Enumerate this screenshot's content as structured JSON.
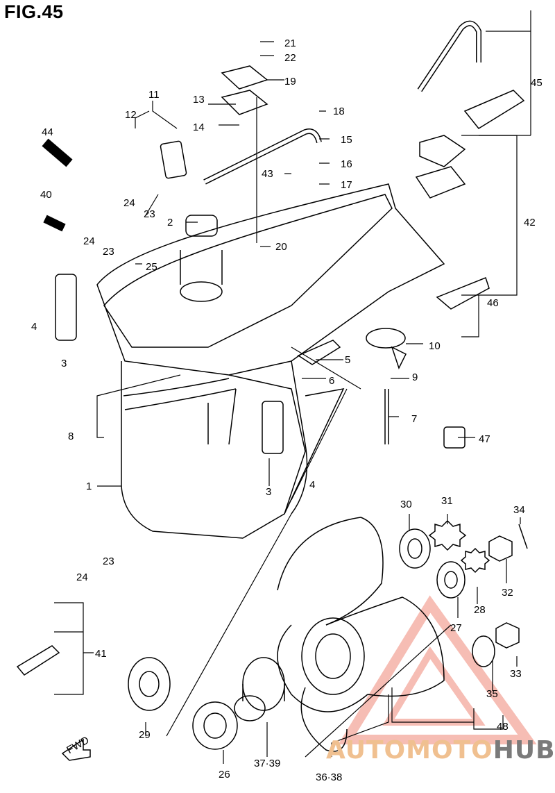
{
  "figure": {
    "title": "FIG.45"
  },
  "watermark": {
    "part1": "AUTOMOTO",
    "part2": "HUB",
    "color_primary": "#f4a090",
    "color_secondary": "#8a8a8a"
  },
  "fwd_label": "FWD",
  "callouts": {
    "c1": "1",
    "c2": "2",
    "c3a": "3",
    "c3b": "3",
    "c4a": "4",
    "c4b": "4",
    "c5": "5",
    "c6": "6",
    "c7": "7",
    "c8": "8",
    "c9": "9",
    "c10": "10",
    "c11": "11",
    "c12": "12",
    "c13": "13",
    "c14": "14",
    "c15": "15",
    "c16": "16",
    "c17": "17",
    "c18": "18",
    "c19": "19",
    "c20": "20",
    "c21": "21",
    "c22": "22",
    "c23a": "23",
    "c23b": "23",
    "c23c": "23",
    "c24a": "24",
    "c24b": "24",
    "c24c": "24",
    "c25": "25",
    "c26": "26",
    "c27": "27",
    "c28": "28",
    "c29": "29",
    "c30": "30",
    "c31": "31",
    "c32": "32",
    "c33": "33",
    "c34": "34",
    "c35": "35",
    "c3639": "37·39",
    "c3638": "36·38",
    "c40": "40",
    "c41": "41",
    "c42": "42",
    "c43": "43",
    "c44": "44",
    "c45": "45",
    "c46": "46",
    "c47": "47",
    "c48": "48"
  }
}
